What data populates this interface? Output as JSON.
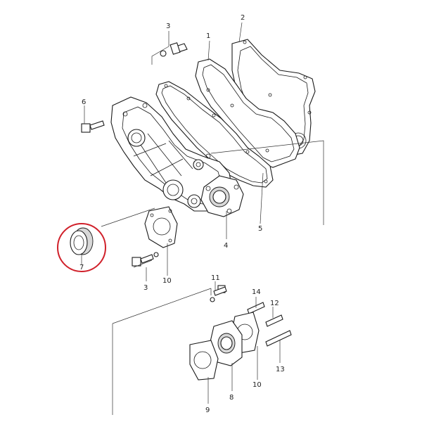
{
  "callouts": {
    "n1": "1",
    "n2": "2",
    "n3_top": "3",
    "n3_bottom": "3",
    "n4": "4",
    "n5": "5",
    "n6": "6",
    "n7": "7",
    "n8": "8",
    "n9": "9",
    "n10_mid": "10",
    "n10_low": "10",
    "n11": "11",
    "n12": "12",
    "n13": "13",
    "n14": "14"
  },
  "highlight_color": "#d0202a"
}
